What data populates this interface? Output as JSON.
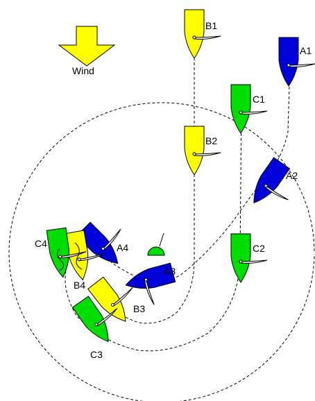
{
  "wind": {
    "label": "Wind"
  },
  "colors": {
    "A": "#0000d8",
    "B": "#ffff00",
    "C": "#00dd00",
    "wind_arrow": "#ffff00",
    "path": "#000000"
  },
  "boats": [
    {
      "id": "A1",
      "label": "A1",
      "team": "A"
    },
    {
      "id": "A2",
      "label": "A2",
      "team": "A"
    },
    {
      "id": "A3",
      "label": "A3",
      "team": "A"
    },
    {
      "id": "A4",
      "label": "A4",
      "team": "A"
    },
    {
      "id": "B1",
      "label": "B1",
      "team": "B"
    },
    {
      "id": "B2",
      "label": "B2",
      "team": "B"
    },
    {
      "id": "B3",
      "label": "B3",
      "team": "B"
    },
    {
      "id": "B4",
      "label": "B4",
      "team": "B"
    },
    {
      "id": "C1",
      "label": "C1",
      "team": "C"
    },
    {
      "id": "C2",
      "label": "C2",
      "team": "C"
    },
    {
      "id": "C3",
      "label": "C3",
      "team": "C"
    },
    {
      "id": "C4",
      "label": "C4",
      "team": "C"
    }
  ],
  "mark": {
    "name": "windward-mark",
    "color": "#00dd00"
  }
}
